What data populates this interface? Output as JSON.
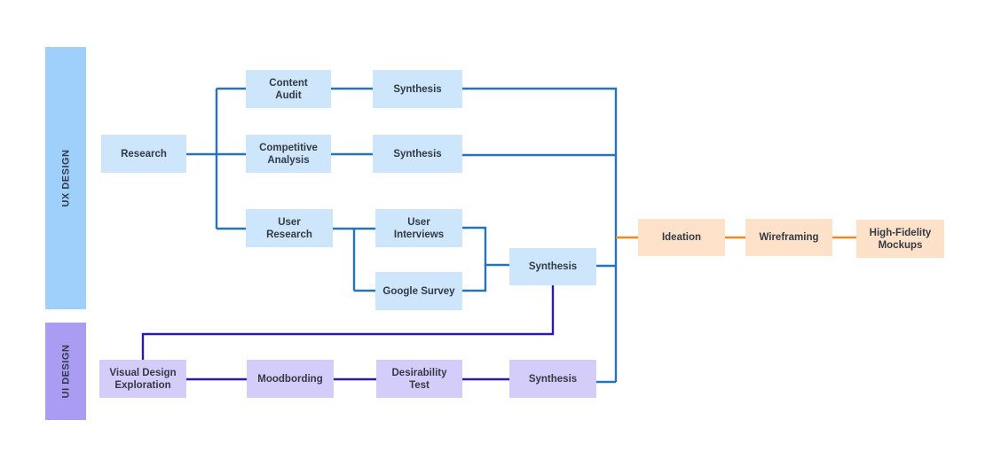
{
  "lanes": {
    "ux": "UX DESIGN",
    "ui": "UI DESIGN"
  },
  "nodes": {
    "research": "Research",
    "content_audit": "Content\nAudit",
    "competitive_analysis": "Competitive\nAnalysis",
    "user_research": "User\nResearch",
    "synthesis_content": "Synthesis",
    "synthesis_competitive": "Synthesis",
    "user_interviews": "User\nInterviews",
    "google_survey": "Google Survey",
    "synthesis_user": "Synthesis",
    "visual_design_exploration": "Visual Design\nExploration",
    "moodbording": "Moodbording",
    "desirability_test": "Desirability\nTest",
    "synthesis_ui": "Synthesis",
    "ideation": "Ideation",
    "wireframing": "Wireframing",
    "high_fidelity_mockups": "High-Fidelity\nMockups"
  },
  "colors": {
    "ux_lane": "#9fd0fb",
    "ui_lane": "#aa9cf3",
    "ux_box": "#cde6fb",
    "ui_box": "#d4cdfa",
    "output_box": "#fde2c9",
    "ux_line": "#2473bd",
    "ui_line": "#2a1aa8",
    "output_line": "#f08a24"
  }
}
